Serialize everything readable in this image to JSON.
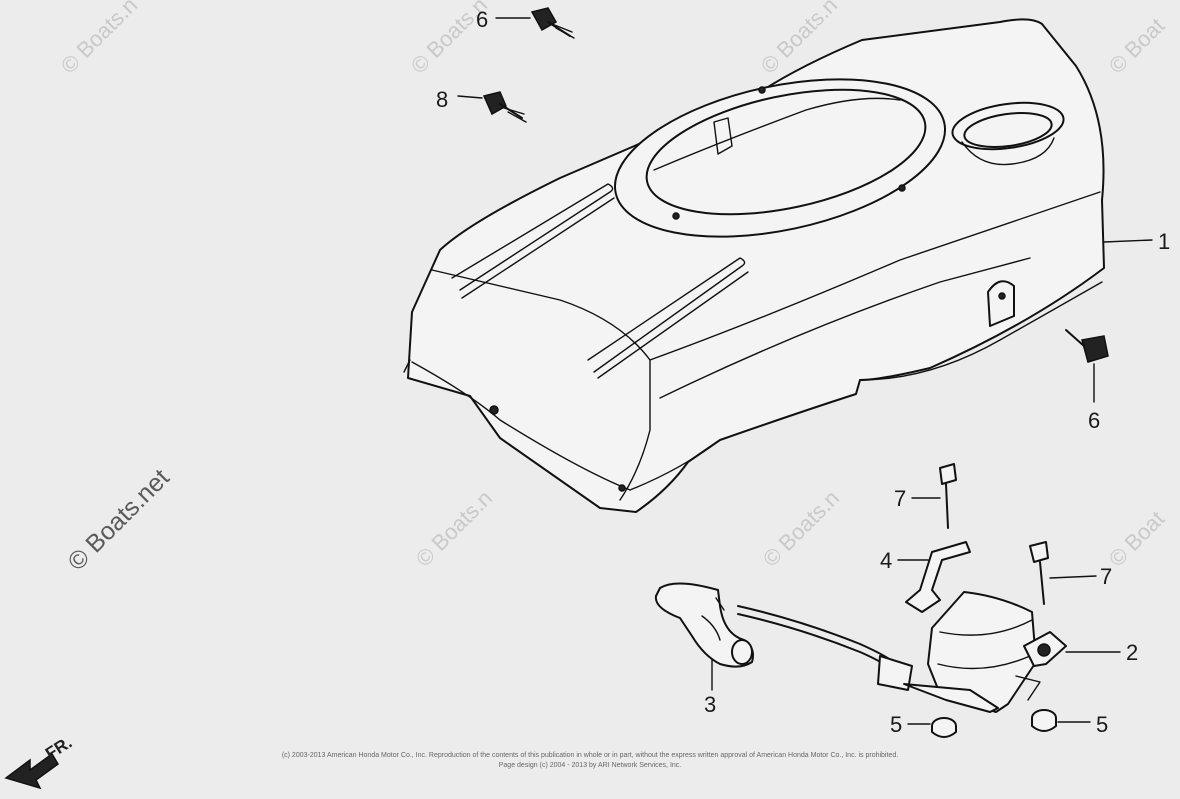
{
  "watermarks": {
    "copyright_brand": "© Boats.net",
    "brand": "© Boats.n",
    "brand_edge": "© Boat"
  },
  "callouts": {
    "c1": "1",
    "c2": "2",
    "c3": "3",
    "c4": "4",
    "c5a": "5",
    "c5b": "5",
    "c6a": "6",
    "c6b": "6",
    "c7a": "7",
    "c7b": "7",
    "c8": "8"
  },
  "front_indicator": "FR.",
  "footer": {
    "line1": "(c) 2003-2013 American Honda Motor Co., Inc. Reproduction of the contents of this publication in whole or in part, without the express written approval of American Honda Motor Co., Inc. is prohibited.",
    "line2": "Page design (c) 2004 - 2013 by ARI Network Services, Inc."
  },
  "colors": {
    "background": "#ececec",
    "linework": "#111111",
    "watermark": "#c9c9c9"
  }
}
